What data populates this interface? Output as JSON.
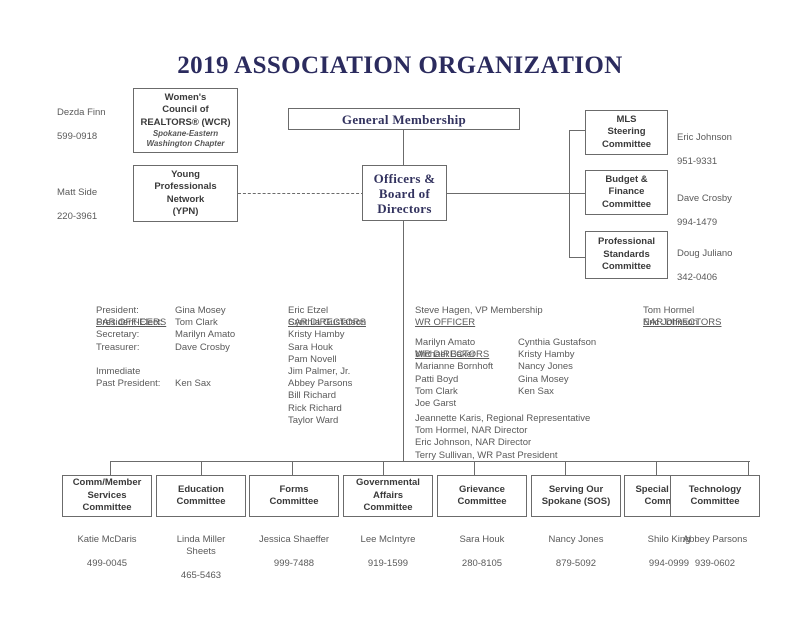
{
  "title": "2019 ASSOCIATION ORGANIZATION",
  "top_boxes": {
    "wcr": {
      "line1": "Women's",
      "line2": "Council of",
      "line3": "REALTORS® (WCR)",
      "sub1": "Spokane-Eastern",
      "sub2": "Washington Chapter",
      "contact_name": "Dezda Finn",
      "contact_phone": "599-0918"
    },
    "ypn": {
      "line1": "Young",
      "line2": "Professionals",
      "line3": "Network",
      "line4": "(YPN)",
      "contact_name": "Matt Side",
      "contact_phone": "220-3961"
    },
    "general_membership": "General Membership",
    "officers_board": {
      "line1": "Officers &",
      "line2": "Board of",
      "line3": "Directors"
    }
  },
  "right_committees": [
    {
      "line1": "MLS",
      "line2": "Steering",
      "line3": "Committee",
      "contact_name": "Eric Johnson",
      "contact_phone": "951-9331"
    },
    {
      "line1": "Budget &",
      "line2": "Finance",
      "line3": "Committee",
      "contact_name": "Dave Crosby",
      "contact_phone": "994-1479"
    },
    {
      "line1": "Professional",
      "line2": "Standards",
      "line3": "Committee",
      "contact_name": "Doug Juliano",
      "contact_phone": "342-0406"
    }
  ],
  "rosters": {
    "sar_officers": {
      "heading": "SAR OFFICERS",
      "labels": "President:\nPresident-Elect:\nSecretary:\nTreasurer:\n\nImmediate\nPast President:",
      "names": "Gina Mosey\nTom Clark\nMarilyn Amato\nDave Crosby\n\n\nKen Sax"
    },
    "sar_directors": {
      "heading": "SAR DIRECTORS",
      "names": "Eric Etzel\nCynthia Gustafson\nKristy Hamby\nSara Houk\nPam Novell\nJim Palmer, Jr.\nAbbey Parsons\nBill Richard\nRick Richard\nTaylor Ward"
    },
    "wr_officer": {
      "heading": "WR OFFICER",
      "text": "Steve Hagen, VP Membership"
    },
    "wr_directors": {
      "heading": "WR DIRECTORS",
      "col1": "Marilyn Amato\nMichael Baker\nMarianne Bornhoft\nPatti Boyd\nTom Clark\nJoe Garst",
      "col2": "Cynthia Gustafson\nKristy Hamby\nNancy Jones\nGina Mosey\nKen Sax"
    },
    "wr_extra": "Jeannette Karis, Regional Representative\nTom Hormel, NAR Director\nEric Johnson, NAR Director\nTerry Sullivan, WR Past President",
    "nar_directors": {
      "heading": "NAR DIRECTORS",
      "names": "Tom Hormel\nEric Johnson"
    }
  },
  "bottom_committees": [
    {
      "line1": "Comm/Member",
      "line2": "Services",
      "line3": "Committee",
      "contact_name": "Katie McDaris",
      "contact_phone": "499-0045"
    },
    {
      "line1": "Education",
      "line2": "Committee",
      "line3": "",
      "contact_name": "Linda Miller\nSheets",
      "contact_phone": "465-5463"
    },
    {
      "line1": "Forms",
      "line2": "Committee",
      "line3": "",
      "contact_name": "Jessica Shaeffer",
      "contact_phone": "999-7488"
    },
    {
      "line1": "Governmental",
      "line2": "Affairs",
      "line3": "Committee",
      "contact_name": "Lee McIntyre",
      "contact_phone": "919-1599"
    },
    {
      "line1": "Grievance",
      "line2": "Committee",
      "line3": "",
      "contact_name": "Sara Houk",
      "contact_phone": "280-8105"
    },
    {
      "line1": "Serving Our",
      "line2": "Spokane (SOS)",
      "line3": "",
      "contact_name": "Nancy Jones",
      "contact_phone": "879-5092"
    },
    {
      "line1": "Special Events",
      "line2": "Committee",
      "line3": "",
      "contact_name": "Shilo King",
      "contact_phone": "994-0999"
    },
    {
      "line1": "Technology",
      "line2": "Committee",
      "line3": "",
      "contact_name": "Abbey Parsons",
      "contact_phone": "939-0602"
    }
  ],
  "colors": {
    "title": "#2b2b5e",
    "line": "#6b6b6b",
    "text": "#5a5a5a",
    "background": "#ffffff"
  }
}
